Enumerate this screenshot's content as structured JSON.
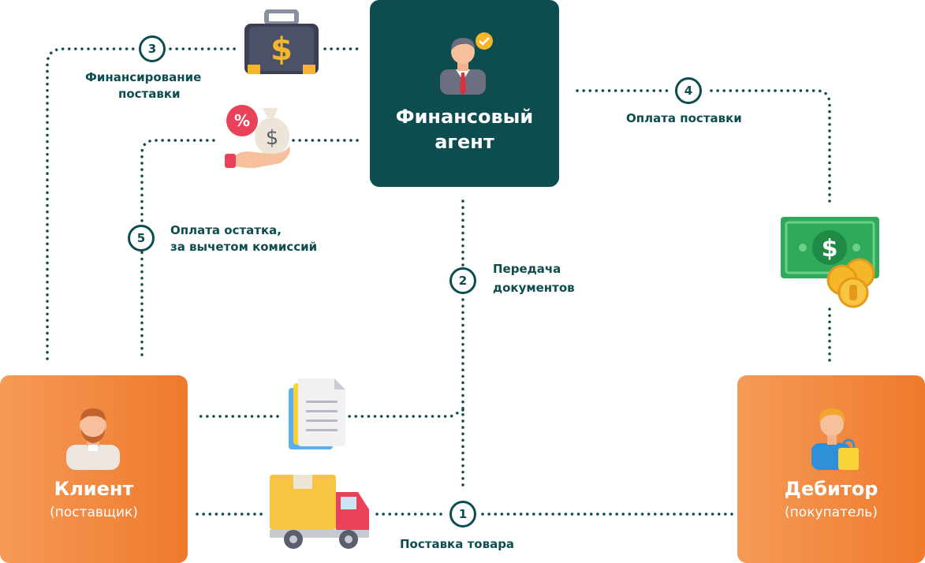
{
  "agent": {
    "title_line1": "Финансовый",
    "title_line2": "агент"
  },
  "client": {
    "title": "Клиент",
    "subtitle": "(поставщик)"
  },
  "debtor": {
    "title": "Дебитор",
    "subtitle": "(покупатель)"
  },
  "steps": [
    {
      "number": "1",
      "label": "Поставка товара"
    },
    {
      "number": "2",
      "label_line1": "Передача",
      "label_line2": "документов"
    },
    {
      "number": "3",
      "label_line1": "Финансирование",
      "label_line2": "поставки"
    },
    {
      "number": "4",
      "label": "Оплата поставки"
    },
    {
      "number": "5",
      "label_line1": "Оплата остатка,",
      "label_line2": "за вычетом комиссий"
    }
  ],
  "icons": {
    "briefcase": "money-briefcase-icon",
    "hand_money": "hand-money-bag-icon",
    "banknote": "banknote-coins-icon",
    "document": "documents-icon",
    "truck": "delivery-truck-icon"
  },
  "colors": {
    "accent": "#0d4c4f",
    "orange": "#ef7a2c"
  }
}
